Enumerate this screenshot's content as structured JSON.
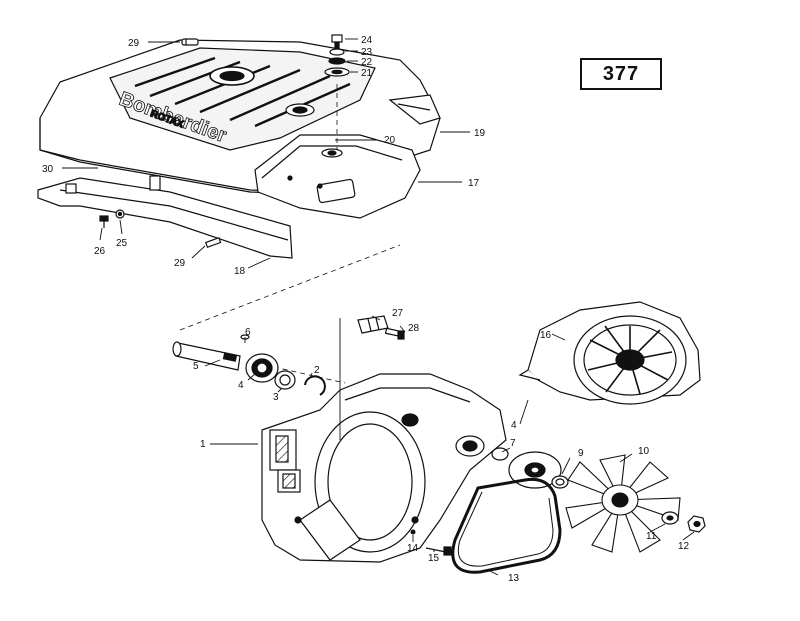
{
  "diagram": {
    "page_number": "377",
    "brand_text": "Bombardier",
    "brand_subtext": "ROTAX",
    "callouts": [
      {
        "id": "c1",
        "label": "1"
      },
      {
        "id": "c2",
        "label": "2"
      },
      {
        "id": "c3",
        "label": "3"
      },
      {
        "id": "c4a",
        "label": "4"
      },
      {
        "id": "c4b",
        "label": "4"
      },
      {
        "id": "c5",
        "label": "5"
      },
      {
        "id": "c6",
        "label": "6"
      },
      {
        "id": "c7",
        "label": "7"
      },
      {
        "id": "c9",
        "label": "9"
      },
      {
        "id": "c10",
        "label": "10"
      },
      {
        "id": "c11",
        "label": "11"
      },
      {
        "id": "c12",
        "label": "12"
      },
      {
        "id": "c13",
        "label": "13"
      },
      {
        "id": "c14",
        "label": "14"
      },
      {
        "id": "c15",
        "label": "15"
      },
      {
        "id": "c16",
        "label": "16"
      },
      {
        "id": "c17",
        "label": "17"
      },
      {
        "id": "c18",
        "label": "18"
      },
      {
        "id": "c19",
        "label": "19"
      },
      {
        "id": "c20",
        "label": "20"
      },
      {
        "id": "c21",
        "label": "21"
      },
      {
        "id": "c22",
        "label": "22"
      },
      {
        "id": "c23",
        "label": "23"
      },
      {
        "id": "c24",
        "label": "24"
      },
      {
        "id": "c25",
        "label": "25"
      },
      {
        "id": "c26",
        "label": "26"
      },
      {
        "id": "c27",
        "label": "27"
      },
      {
        "id": "c28",
        "label": "28"
      },
      {
        "id": "c29a",
        "label": "29"
      },
      {
        "id": "c29b",
        "label": "29"
      },
      {
        "id": "c30",
        "label": "30"
      }
    ]
  }
}
